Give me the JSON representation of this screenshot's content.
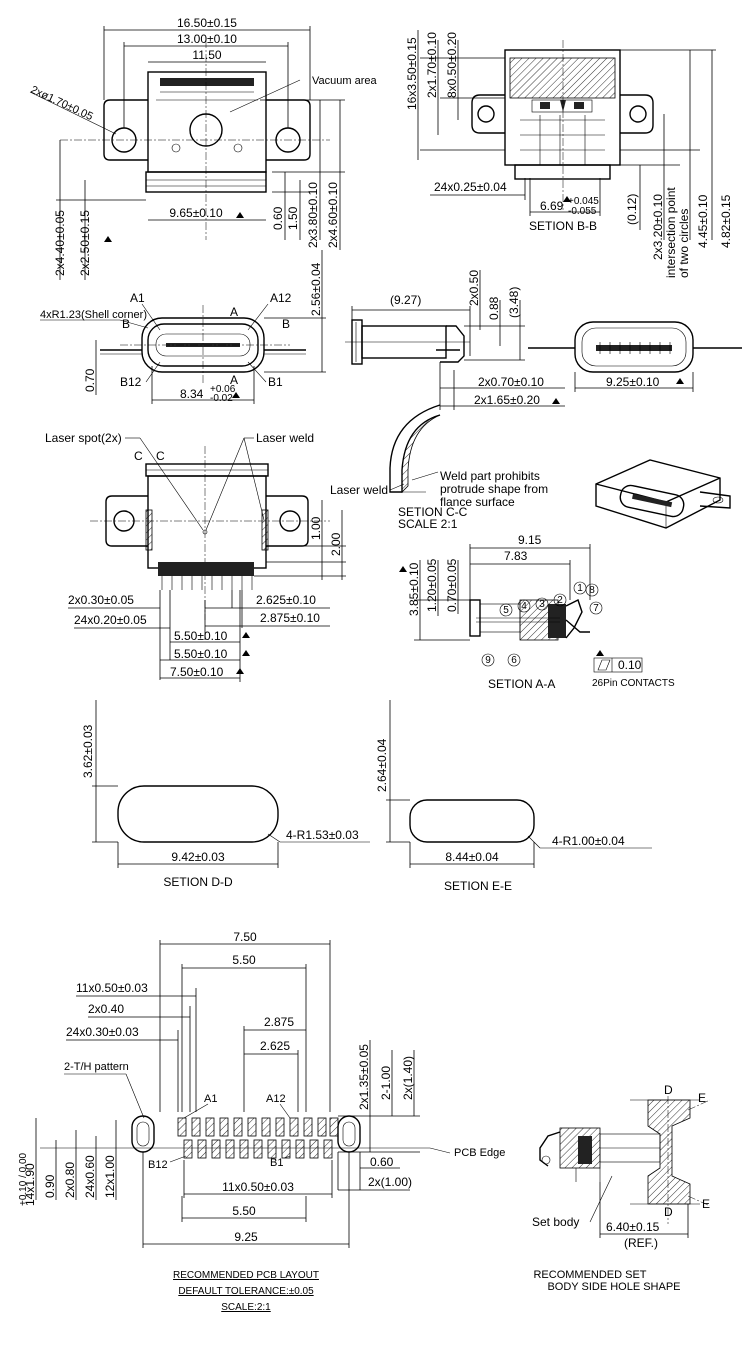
{
  "top_view": {
    "d_width_total": "16.50±0.15",
    "d_width_inner": "13.00±0.10",
    "d_width_body": "11.50",
    "vacuum_area": "Vacuum area",
    "d_hole": "2xø1.70±0.05",
    "d_965": "9.65±0.10",
    "d_060": "0.60",
    "d_150": "1.50",
    "d_380": "2x3.80±0.10",
    "d_460": "2x4.60±0.10",
    "d_240": "2x4.40±0.05",
    "d_250": "2x2.50±0.15"
  },
  "section_bb": {
    "d_350": "16x3.50±0.15",
    "d_170": "2x1.70±0.10",
    "d_050": "8x0.50±0.20",
    "d_025": "24x0.25±0.04",
    "d_669": "6.69",
    "d_669_tol_plus": "+0.045",
    "d_669_tol_minus": "-0.055",
    "d_012": "(0.12)",
    "d_320": "2x3.20±0.10",
    "intersection_1": "intersection point",
    "intersection_2": "of two circles",
    "d_445": "4.45±0.10",
    "d_482": "4.82±0.15",
    "label": "SETION B-B"
  },
  "front_view": {
    "shell_corner": "4xR1.23(Shell corner)",
    "a1": "A1",
    "a": "A",
    "a12": "A12",
    "b": "B",
    "b12": "B12",
    "b1": "B1",
    "d_070": "0.70",
    "d_834": "8.34",
    "d_834_plus": "+0.06",
    "d_834_minus": "-0.02",
    "d_256": "2.56±0.04"
  },
  "side_view": {
    "d_927": "(9.27)",
    "d_050": "2x0.50",
    "d_088": "0.88",
    "d_348": "(3.48)",
    "d_070": "2x0.70±0.10",
    "d_165": "2x1.65±0.20"
  },
  "end_view": {
    "d_925": "9.25±0.10"
  },
  "weld_detail": {
    "laser_weld": "Laser weld",
    "note_1": "Weld part prohibits",
    "note_2": "protrude shape from",
    "note_3": "flance surface",
    "section": "SETION C-C",
    "scale": "SCALE 2:1"
  },
  "bottom_view": {
    "laser_spot": "Laser spot(2x)",
    "laser_weld": "Laser weld",
    "c": "C",
    "d_100": "1.00",
    "d_200": "2.00",
    "d_030": "2x0.30±0.05",
    "d_020": "24x0.20±0.05",
    "d_2625": "2.625±0.10",
    "d_2875": "2.875±0.10",
    "d_550a": "5.50±0.10",
    "d_550b": "5.50±0.10",
    "d_750": "7.50±0.10"
  },
  "section_aa": {
    "d_915": "9.15",
    "d_783": "7.83",
    "d_385": "3.85±0.10",
    "d_120": "1.20±0.05",
    "d_070": "0.70±0.05",
    "flatness": "0.10",
    "contacts": "26Pin CONTACTS",
    "label": "SETION A-A",
    "callouts": [
      "1",
      "2",
      "3",
      "4",
      "5",
      "6",
      "7",
      "8",
      "9"
    ]
  },
  "section_dd": {
    "d_362": "3.62±0.03",
    "d_942": "9.42±0.03",
    "d_r153": "4-R1.53±0.03",
    "label": "SETION D-D"
  },
  "section_ee": {
    "d_264": "2.64±0.04",
    "d_844": "8.44±0.04",
    "d_r100": "4-R1.00±0.04",
    "label": "SETION E-E"
  },
  "pcb_layout": {
    "d_750": "7.50",
    "d_550": "5.50",
    "d_11x050": "11x0.50±0.03",
    "d_040": "2x0.40",
    "d_24x030": "24x0.30±0.03",
    "d_2875": "2.875",
    "d_2625": "2.625",
    "th_pattern": "2-T/H pattern",
    "a1": "A1",
    "a12": "A12",
    "b12": "B12",
    "b1": "B1",
    "d_135": "2x1.35±0.05",
    "d_2100": "2-1.00",
    "d_140": "2x(1.40)",
    "d_190": "14x1.90",
    "d_190_tol": "+0.10 / 0.00",
    "d_090": "0.90",
    "d_080": "2x0.80",
    "d_24x060": "24x0.60",
    "d_12x100": "12x1.00",
    "d_060": "0.60",
    "d_2x100": "2x(1.00)",
    "pcb_edge": "PCB Edge",
    "d_11x050b": "11x0.50±0.03",
    "d_550b": "5.50",
    "d_925": "9.25",
    "caption_1": "RECOMMENDED PCB LAYOUT",
    "caption_2": "DEFAULT TOLERANCE:±0.05",
    "caption_3": "SCALE:2:1"
  },
  "set_hole": {
    "d": "D",
    "e": "E",
    "set_body": "Set body",
    "d_640": "6.40±0.15",
    "ref": "(REF.)",
    "caption_1": "RECOMMENDED SET",
    "caption_2": "BODY SIDE HOLE SHAPE"
  }
}
